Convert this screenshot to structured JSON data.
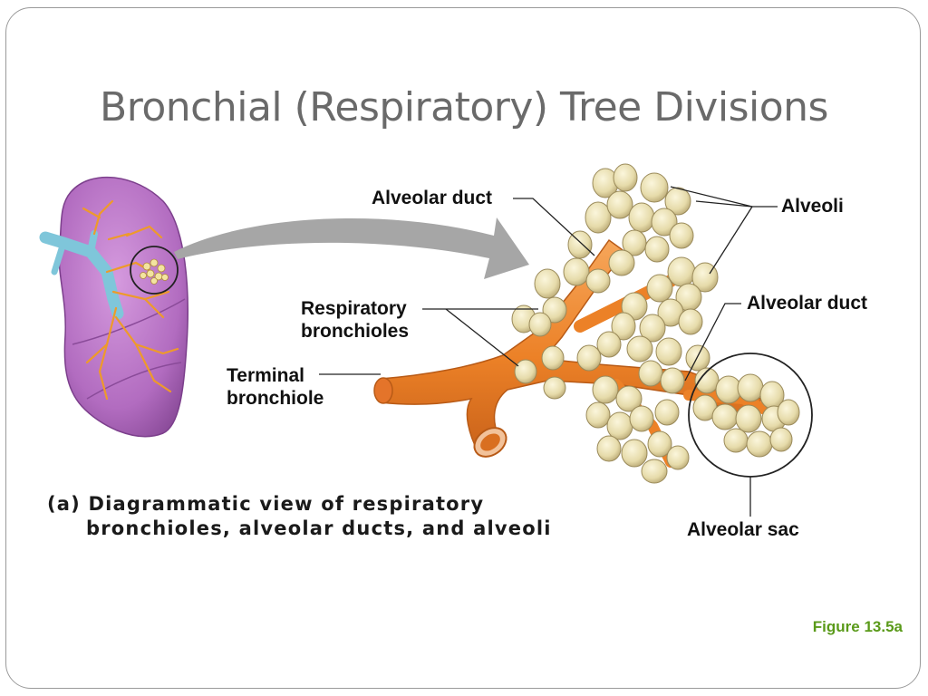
{
  "slide": {
    "title": "Bronchial (Respiratory) Tree Divisions",
    "figure_ref": "Figure 13.5a",
    "figure_ref_color": "#5a9a1a"
  },
  "labels": {
    "alveolar_duct_top": "Alveolar duct",
    "alveoli": "Alveoli",
    "alveolar_duct_right": "Alveolar duct",
    "respiratory_bronchioles_1": "Respiratory",
    "respiratory_bronchioles_2": "bronchioles",
    "terminal_bronchiole_1": "Terminal",
    "terminal_bronchiole_2": "bronchiole",
    "alveolar_sac": "Alveolar sac"
  },
  "caption": {
    "line1": "(a) Diagrammatic view of respiratory",
    "line2": "bronchioles, alveolar ducts, and alveoli"
  },
  "colors": {
    "lung": "#b26cc0",
    "bronchiole": "#ee8a30",
    "alveolus": "#e9dfb0",
    "trachea": "#7fc6da",
    "arrow": "#a6a6a6"
  }
}
